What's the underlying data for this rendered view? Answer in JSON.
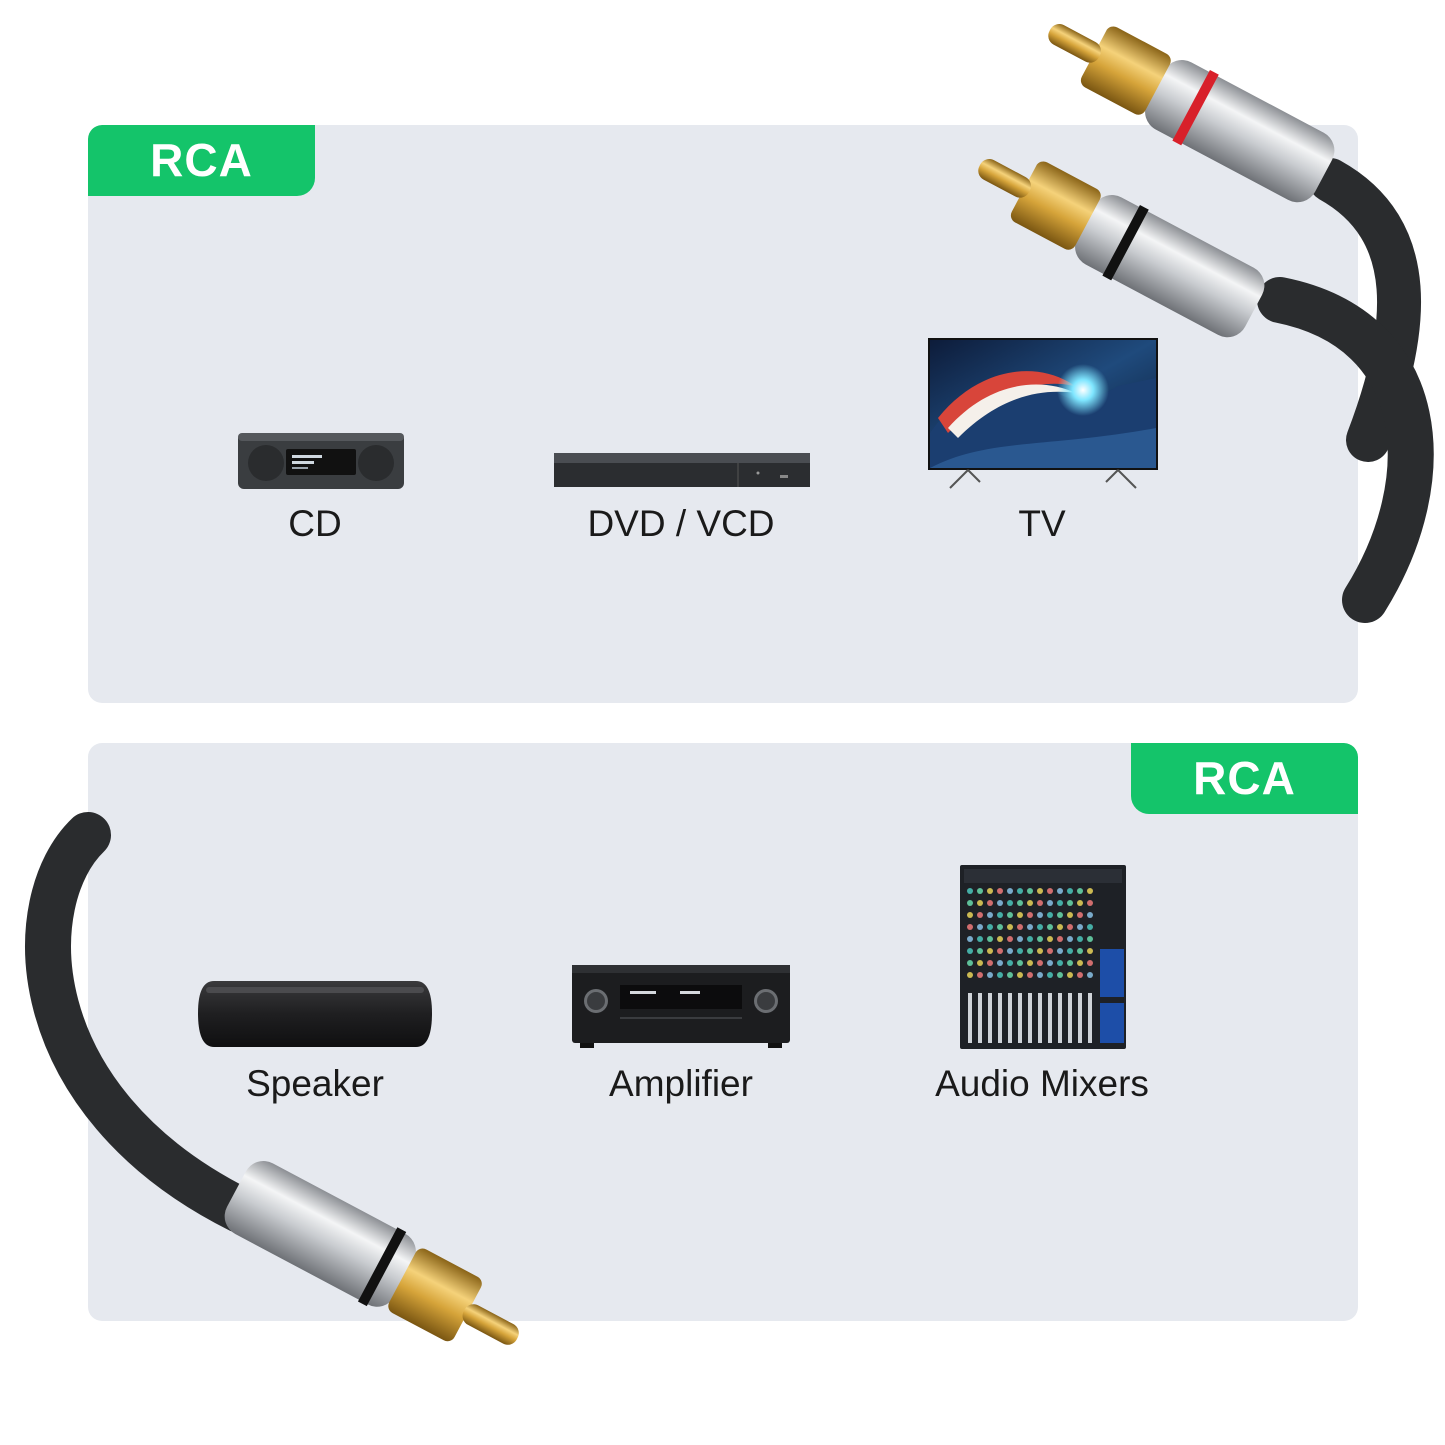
{
  "top_panel": {
    "badge": "RCA",
    "devices": [
      {
        "label": "CD",
        "icon": "cd-player-icon"
      },
      {
        "label": "DVD / VCD",
        "icon": "dvd-player-icon"
      },
      {
        "label": "TV",
        "icon": "tv-icon"
      }
    ]
  },
  "bottom_panel": {
    "badge": "RCA",
    "devices": [
      {
        "label": "Speaker",
        "icon": "speaker-icon"
      },
      {
        "label": "Amplifier",
        "icon": "amplifier-icon"
      },
      {
        "label": "Audio Mixers",
        "icon": "audio-mixer-icon"
      }
    ]
  },
  "colors": {
    "badge": "#14c46a",
    "panel": "#e6e9ef",
    "cable": "#2a2c2e",
    "gold": "#d6a43a",
    "red_ring": "#d8202a"
  }
}
